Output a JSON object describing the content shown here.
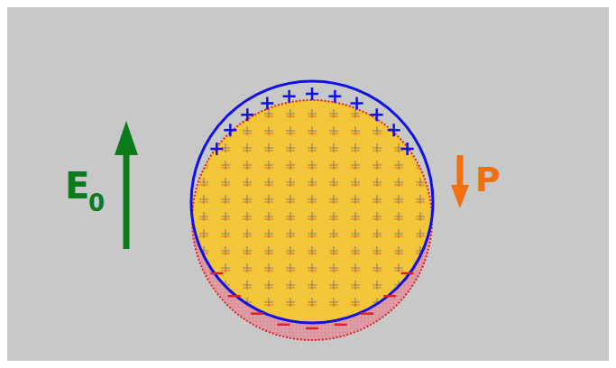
{
  "diagram": {
    "labels": [
      "E",
      "0",
      "P"
    ]
  }
}
